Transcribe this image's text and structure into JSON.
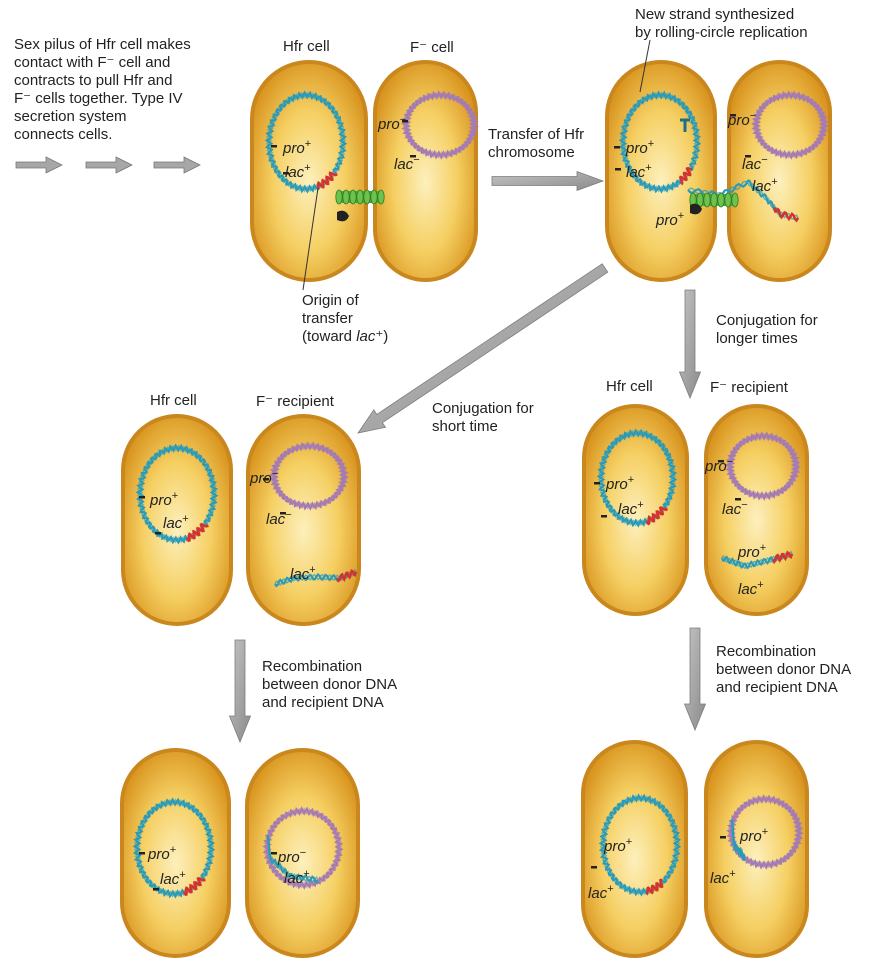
{
  "texts": {
    "intro": "Sex pilus of Hfr cell makes\ncontact with F⁻ cell and\ncontracts to pull Hfr and\nF⁻ cells together. Type IV\nsecretion system\nconnects cells.",
    "new_strand": "New strand synthesized\nby rolling-circle replication",
    "transfer": "Transfer of Hfr\nchromosome",
    "origin": "Origin of\ntransfer\n(toward ",
    "origin_gene": "lac",
    "origin_tail": "⁺)",
    "conj_long": "Conjugation for\nlonger times",
    "conj_short": "Conjugation for\nshort time",
    "recomb": "Recombination\nbetween donor DNA\nand recipient DNA"
  },
  "cell_titles": {
    "hfr": "Hfr cell",
    "f_minus": "F⁻ cell",
    "f_recipient": "F⁻ recipient"
  },
  "genes": {
    "pro_plus_base": "pro",
    "pro_plus_sup": "+",
    "pro_minus_base": "pro",
    "pro_minus_sup": "−",
    "lac_plus_base": "lac",
    "lac_plus_sup": "+",
    "lac_minus_base": "lac",
    "lac_minus_sup": "−"
  },
  "colors": {
    "cell_fill": "#f2c24a",
    "cell_edge": "#c9871d",
    "cell_light": "#fbe7a3",
    "hfr_dna": "#2a9bb8",
    "recipient_dna": "#a57bb3",
    "origin_red": "#d6322d",
    "pilus_green": "#6cc24a",
    "arrow_gray": "#9a9a9a"
  }
}
